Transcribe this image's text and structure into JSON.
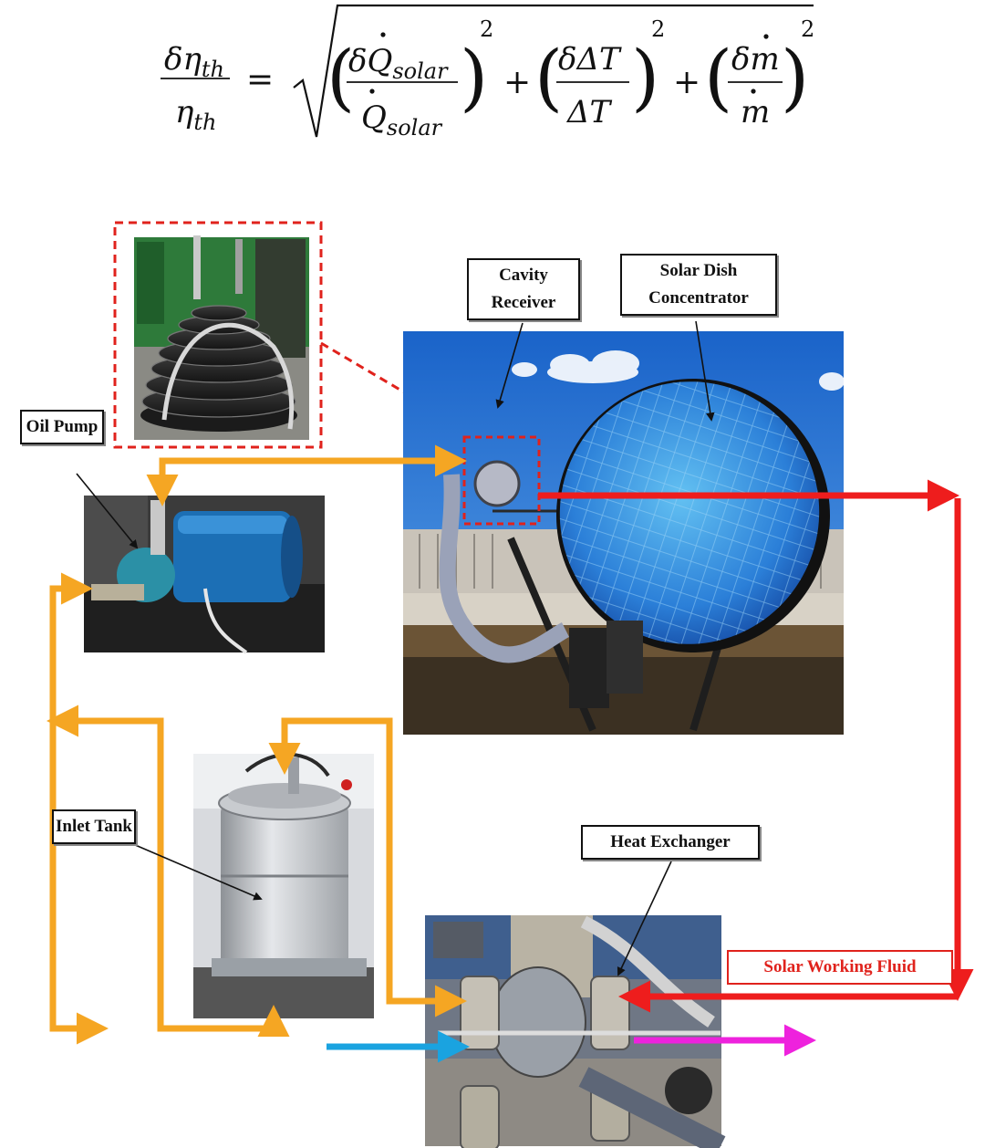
{
  "equation": {
    "lhs_num": "δη",
    "lhs_num_sub": "th",
    "lhs_den": "η",
    "lhs_den_sub": "th",
    "equals": "=",
    "t1_num": "δQ",
    "t1_den": "Q",
    "t1_sub": "solar",
    "t2_num": "δΔT",
    "t2_den": "ΔT",
    "t3_num": "δm",
    "t3_den": "m",
    "exponent": "2",
    "plus": "+"
  },
  "labels": {
    "cavity_receiver": "Cavity Receiver",
    "solar_dish": "Solar Dish Concentrator",
    "oil_pump": "Oil Pump",
    "inlet_tank": "Inlet Tank",
    "heat_exchanger": "Heat Exchanger",
    "solar_working_fluid": "Solar Working Fluid"
  },
  "colors": {
    "oil_loop": "#f5a623",
    "hot_fluid": "#ee1d1d",
    "cold_water_in": "#1aa3e0",
    "warm_water_out": "#ee22dd",
    "highlight_box": "#e0221c"
  }
}
